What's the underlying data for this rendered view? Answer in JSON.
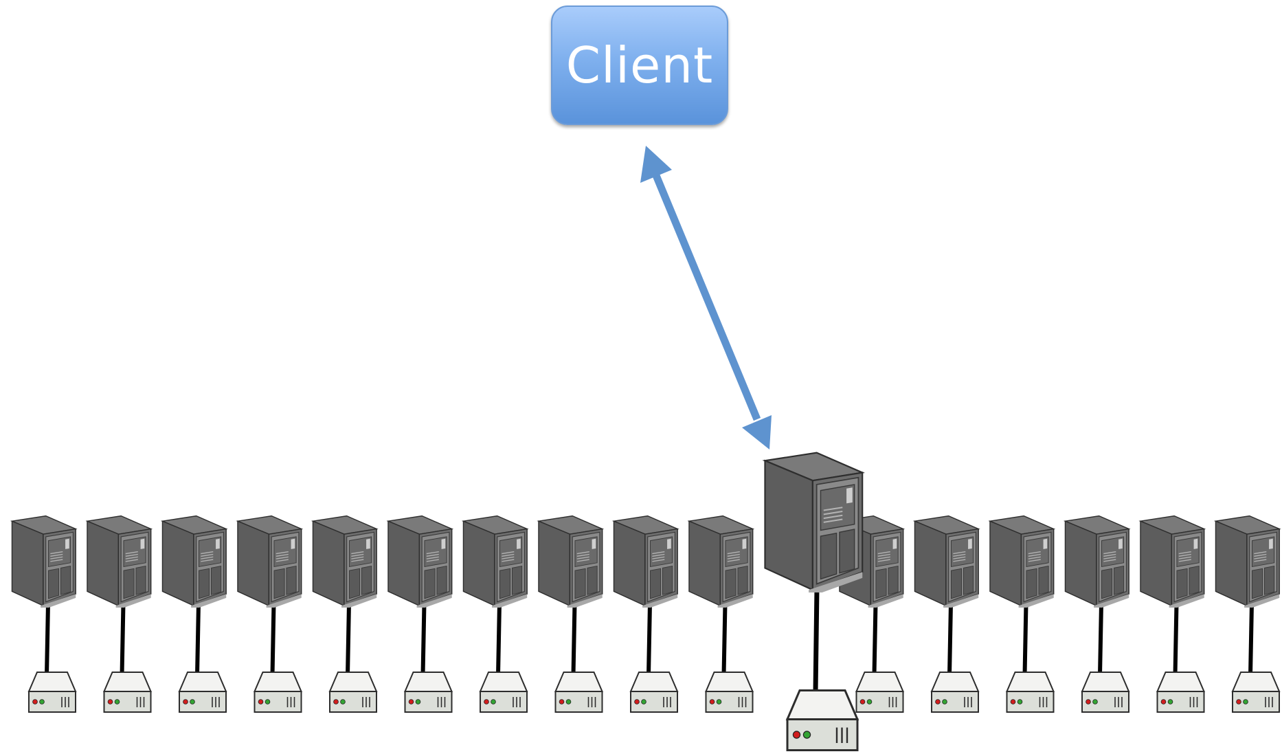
{
  "client": {
    "label": "Client"
  },
  "cluster": {
    "node_count": 17,
    "active_node": 10
  },
  "colors": {
    "arrow": "#5e93cf",
    "tower_front": "#5a5a5a",
    "tower_side": "#6e6e6e",
    "tower_trim": "#9a9a9a",
    "cable": "#000000",
    "disk_body": "#dcdfd9",
    "led_red": "#d21d1d",
    "led_green": "#33a433"
  },
  "icons": [
    "server-tower-icon",
    "disk-drive-icon",
    "double-arrow-icon"
  ]
}
